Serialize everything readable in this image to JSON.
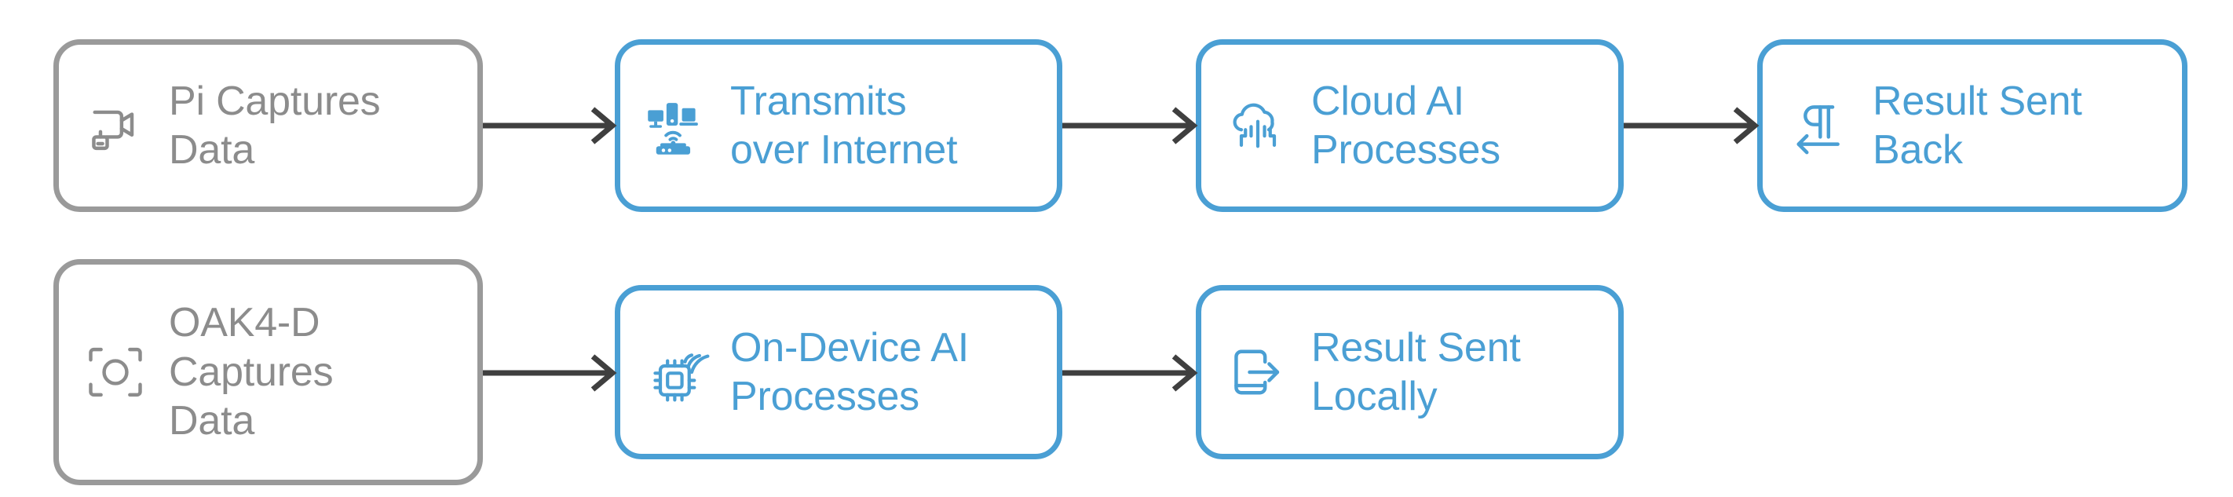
{
  "diagram": {
    "type": "flowchart",
    "title_visible": false,
    "colors": {
      "gray_border": "#9a9a9a",
      "gray_text": "#8c8c8c",
      "blue_border": "#4a9fd4",
      "blue_text": "#4a9fd4",
      "arrow": "#3f3f3f",
      "background": "#ffffff"
    },
    "rows": [
      {
        "id": "cloud-pipeline",
        "nodes": [
          {
            "id": "pi-captures-data",
            "label": "Pi Captures\nData",
            "icon": "video-camera-icon",
            "style": "gray"
          },
          {
            "id": "transmits-internet",
            "label": "Transmits\nover Internet",
            "icon": "network-router-icon",
            "style": "blue"
          },
          {
            "id": "cloud-ai",
            "label": "Cloud AI\nProcesses",
            "icon": "cloud-ai-icon",
            "style": "blue"
          },
          {
            "id": "result-sent-back",
            "label": "Result Sent\nBack",
            "icon": "pilcrow-return-icon",
            "style": "blue"
          }
        ]
      },
      {
        "id": "on-device-pipeline",
        "nodes": [
          {
            "id": "oak4d-captures-data",
            "label": "OAK4-D\nCaptures\nData",
            "icon": "focus-frame-icon",
            "style": "gray"
          },
          {
            "id": "on-device-ai",
            "label": "On-Device AI\nProcesses",
            "icon": "chip-wireless-icon",
            "style": "blue"
          },
          {
            "id": "result-sent-locally",
            "label": "Result Sent\nLocally",
            "icon": "phone-export-icon",
            "style": "blue"
          }
        ]
      }
    ],
    "arrows": [
      {
        "id": "arrow-pi-to-transmit",
        "from": "pi-captures-data",
        "to": "transmits-internet",
        "direction": "right"
      },
      {
        "id": "arrow-transmit-to-cloud",
        "from": "transmits-internet",
        "to": "cloud-ai",
        "direction": "right"
      },
      {
        "id": "arrow-cloud-to-result",
        "from": "cloud-ai",
        "to": "result-sent-back",
        "direction": "right"
      },
      {
        "id": "arrow-oak-to-ondevice",
        "from": "oak4d-captures-data",
        "to": "on-device-ai",
        "direction": "right"
      },
      {
        "id": "arrow-ondevice-to-resultloc",
        "from": "on-device-ai",
        "to": "result-sent-locally",
        "direction": "right"
      }
    ]
  }
}
